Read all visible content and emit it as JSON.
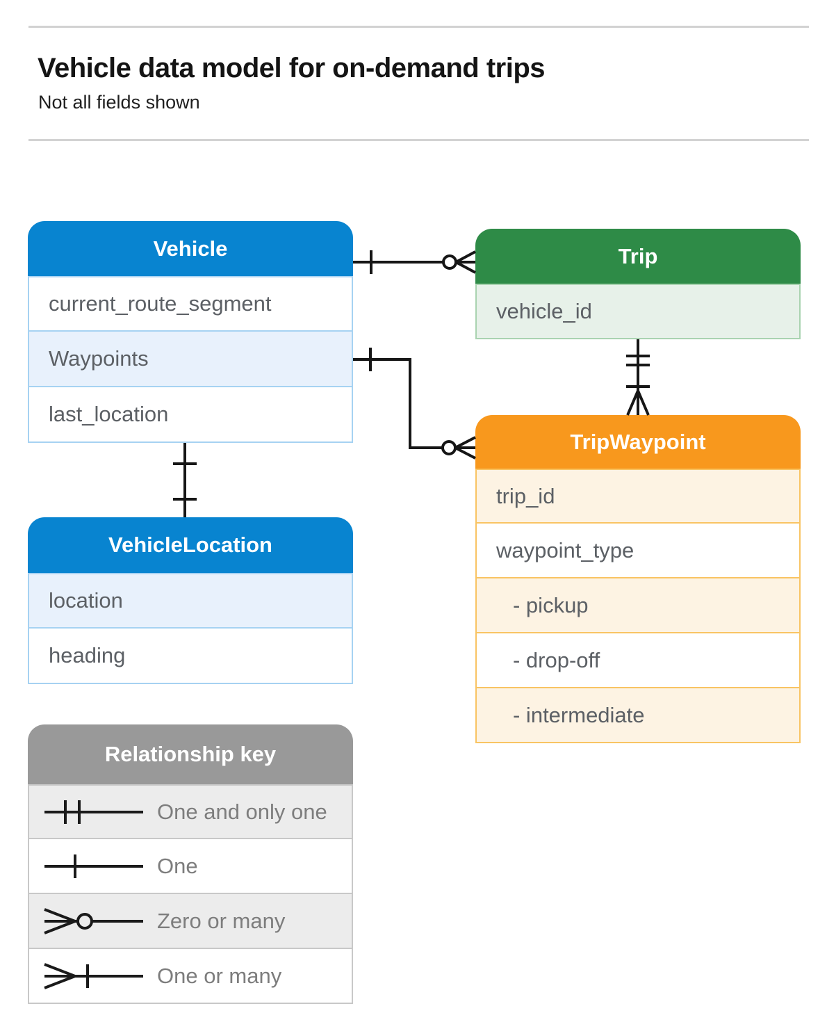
{
  "page": {
    "title": "Vehicle data model for on-demand trips",
    "subtitle": "Not all fields shown"
  },
  "entities": [
    {
      "name": "Vehicle",
      "fields": [
        {
          "label": "current_route_segment",
          "highlight": false
        },
        {
          "label": "Waypoints",
          "highlight": true
        },
        {
          "label": "last_location",
          "highlight": false
        }
      ]
    },
    {
      "name": "Trip",
      "fields": [
        {
          "label": "vehicle_id",
          "highlight": true
        }
      ]
    },
    {
      "name": "TripWaypoint",
      "fields": [
        {
          "label": "trip_id",
          "highlight": true
        },
        {
          "label": "waypoint_type",
          "highlight": false
        },
        {
          "label": "- pickup",
          "highlight": true
        },
        {
          "label": "- drop-off",
          "highlight": false
        },
        {
          "label": "- intermediate",
          "highlight": true
        }
      ]
    },
    {
      "name": "VehicleLocation",
      "fields": [
        {
          "label": "location",
          "highlight": true
        },
        {
          "label": "heading",
          "highlight": false
        }
      ]
    }
  ],
  "legend": {
    "title": "Relationship key",
    "items": [
      {
        "symbol": "one-and-only-one",
        "label": "One and only one"
      },
      {
        "symbol": "one",
        "label": "One"
      },
      {
        "symbol": "zero-or-many",
        "label": "Zero or many"
      },
      {
        "symbol": "one-or-many",
        "label": "One or many"
      }
    ]
  },
  "relationships": [
    {
      "from": "Vehicle",
      "to": "Trip",
      "from_cardinality": "One",
      "to_cardinality": "Zero or many"
    },
    {
      "from": "Vehicle.Waypoints",
      "to": "TripWaypoint",
      "from_cardinality": "One",
      "to_cardinality": "Zero or many"
    },
    {
      "from": "Trip",
      "to": "TripWaypoint",
      "from_cardinality": "One and only one",
      "to_cardinality": "One or many"
    },
    {
      "from": "Vehicle",
      "to": "VehicleLocation",
      "from_cardinality": "One",
      "to_cardinality": "One"
    }
  ],
  "colors": {
    "vehicle_header": "#0884d0",
    "trip_header": "#2e8b47",
    "trip_waypoint_header": "#f8981d",
    "legend_header": "#999999",
    "highlight_blue": "#e8f1fc",
    "highlight_green": "#e7f1e9",
    "highlight_orange": "#fdf3e3",
    "legend_row_alt": "#ececec",
    "connector": "#161616"
  }
}
